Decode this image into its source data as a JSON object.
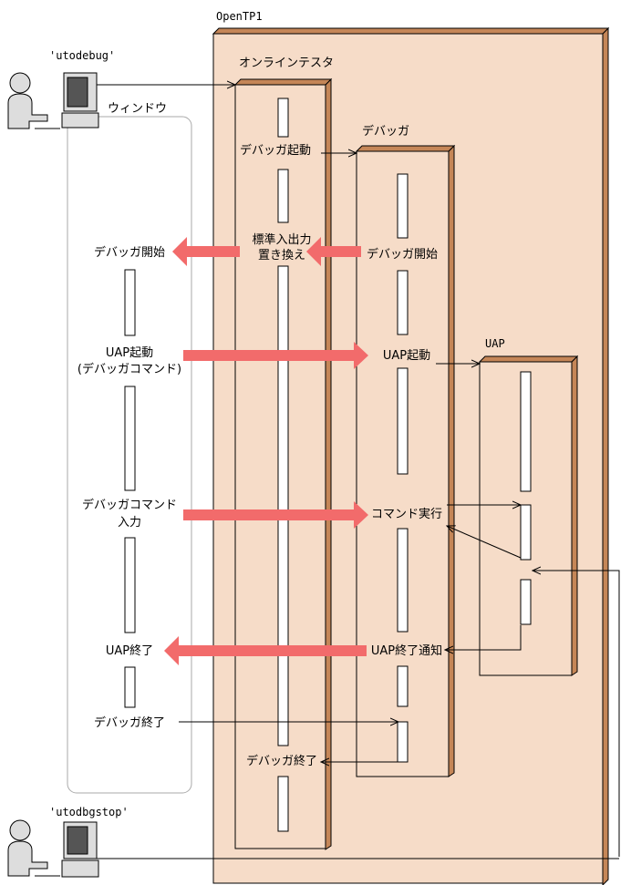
{
  "colors": {
    "container_fill": "#f6dcc8",
    "container_side": "#c58657",
    "arrow_red": "#f26b6b",
    "line": "#000000",
    "window_border": "#aaaaaa"
  },
  "containers": {
    "opentp1": "OpenTP1",
    "online_tester": "オンラインテスタ",
    "debugger": "デバッガ",
    "uap": "UAP"
  },
  "actors": {
    "top_command": "'utodebug'",
    "bottom_command": "'utodbgstop'",
    "window": "ウィンドウ"
  },
  "labels": {
    "debugger_launch": "デバッガ起動",
    "stdio_line1": "標準入出力",
    "stdio_line2": "置き換え",
    "debugger_start_left": "デバッガ開始",
    "debugger_start_right": "デバッガ開始",
    "uap_launch_left_1": "UAP起動",
    "uap_launch_left_2": "(デバッガコマンド)",
    "uap_launch_right": "UAP起動",
    "debug_cmd_input_1": "デバッガコマンド",
    "debug_cmd_input_2": "入力",
    "cmd_exec": "コマンド実行",
    "uap_end_left": "UAP終了",
    "uap_end_notice": "UAP終了通知",
    "debugger_end_left": "デバッガ終了",
    "debugger_end_tester": "デバッガ終了"
  }
}
